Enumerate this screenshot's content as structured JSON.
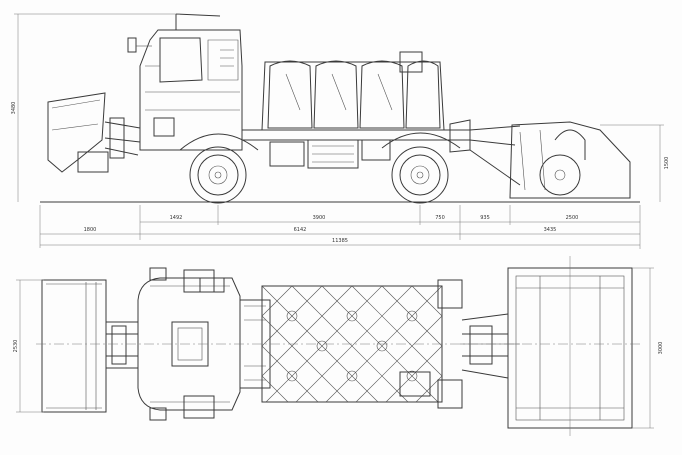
{
  "side_view": {
    "dims_row1": [
      "1492",
      "3900",
      "750",
      "935",
      "2500"
    ],
    "dims_row2": [
      "1800",
      "6142",
      "3435"
    ],
    "dims_row3": [
      "11385"
    ],
    "height_left": "3480",
    "height_right": "1500"
  },
  "top_view": {
    "width_left": "2530",
    "width_right": "3000"
  }
}
